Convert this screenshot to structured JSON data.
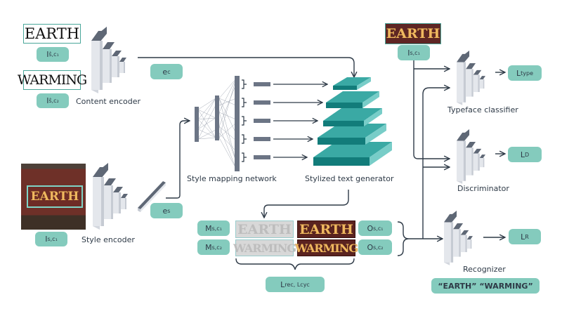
{
  "colors": {
    "teal_pill": "#84cbbd",
    "teal_generator": "#3aa9a4",
    "arrow": "#2e3a47",
    "encoder_face": "#e4e7ec",
    "encoder_top": "#5f6876",
    "mapping_bar": "#6c7585",
    "styled_bg": "#5a2320",
    "styled_text": "#f0b860"
  },
  "content_inputs": [
    {
      "word": "EARTH",
      "label_main": "I",
      "label_sub": "ŝ,c₁"
    },
    {
      "word": "WARMING",
      "label_main": "I",
      "label_sub": "ŝ,c₂"
    }
  ],
  "content_encoder": {
    "label": "Content encoder",
    "output_main": "e",
    "output_sub": "c"
  },
  "style_input": {
    "word": "EARTH",
    "label_main": "I",
    "label_sub": "s,c₁"
  },
  "style_encoder": {
    "label": "Style encoder",
    "output_main": "e",
    "output_sub": "s"
  },
  "style_mapping": {
    "label": "Style mapping network"
  },
  "generator": {
    "label": "Stylized text generator"
  },
  "outputs": {
    "masks": [
      {
        "word": "EARTH",
        "label_main": "M",
        "label_sub": "s,c₁"
      },
      {
        "word": "WARMING",
        "label_main": "M",
        "label_sub": "s,c₂"
      }
    ],
    "styled": [
      {
        "word": "EARTH",
        "label_main": "O",
        "label_sub": "s,c₁"
      },
      {
        "word": "WARMING",
        "label_main": "O",
        "label_sub": "s,c₂"
      }
    ],
    "loss_main": "L",
    "loss_text": "rec, L",
    "loss_sub2": "cyc"
  },
  "real_input": {
    "word": "EARTH",
    "label_main": "I",
    "label_sub": "s,c₁"
  },
  "typeface_classifier": {
    "label": "Typeface classifier",
    "loss_main": "L",
    "loss_sub": "type"
  },
  "discriminator": {
    "label": "Discriminator",
    "loss_main": "L",
    "loss_sub": "D"
  },
  "recognizer": {
    "label": "Recognizer",
    "loss_main": "L",
    "loss_sub": "R",
    "targets": "“EARTH” “WARMING”"
  }
}
